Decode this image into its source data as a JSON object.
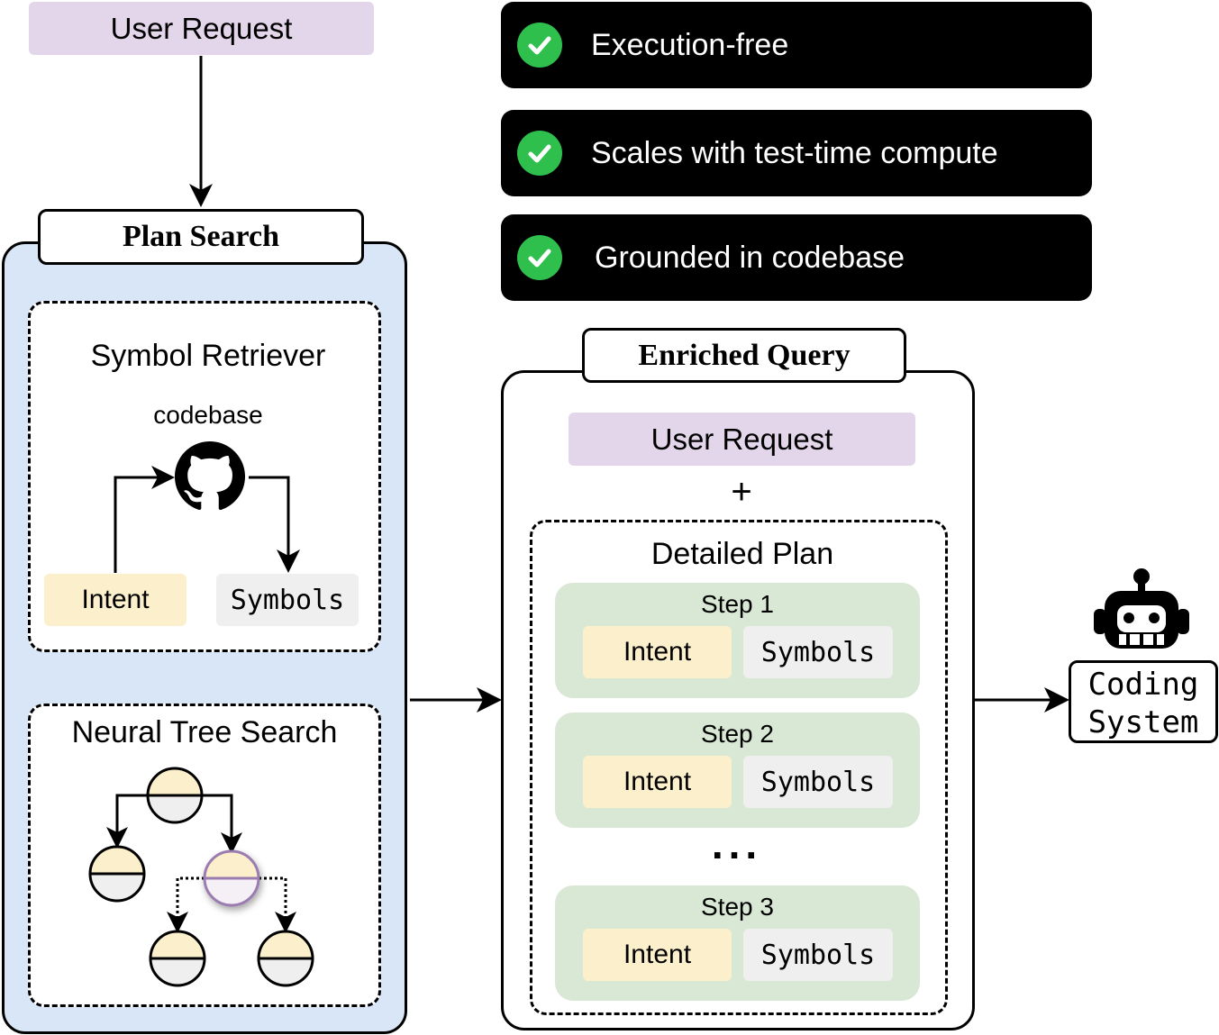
{
  "top_request": "User Request",
  "features": [
    {
      "label": "Execution-free",
      "icon": "check-circle-icon"
    },
    {
      "label": "Scales with test-time compute",
      "icon": "check-circle-icon"
    },
    {
      "label": "Grounded in codebase",
      "icon": "check-circle-icon"
    }
  ],
  "plan_search": {
    "title": "Plan Search",
    "symbol_retriever": {
      "title": "Symbol Retriever",
      "codebase_label": "codebase",
      "codebase_icon": "github-icon",
      "intent": "Intent",
      "symbols": "Symbols"
    },
    "neural_tree_search": {
      "title": "Neural Tree Search"
    }
  },
  "enriched_query": {
    "title": "Enriched Query",
    "user_request": "User Request",
    "plus": "+",
    "detailed_plan": {
      "title": "Detailed Plan",
      "steps": [
        {
          "label": "Step 1",
          "intent": "Intent",
          "symbols": "Symbols"
        },
        {
          "label": "Step 2",
          "intent": "Intent",
          "symbols": "Symbols"
        },
        {
          "label": "Step 3",
          "intent": "Intent",
          "symbols": "Symbols"
        }
      ],
      "ellipsis": "..."
    }
  },
  "coding_system": {
    "line1": "Coding",
    "line2": "System",
    "icon": "robot-icon"
  },
  "colors": {
    "request_purple": "#e3d6ea",
    "plan_blue": "#d8e6f8",
    "intent_yellow": "#fcf0cc",
    "symbols_gray": "#efefef",
    "step_green": "#d8e8d4",
    "check_green": "#2fbf4d",
    "highlight_node_purple": "#9b7bb0"
  }
}
